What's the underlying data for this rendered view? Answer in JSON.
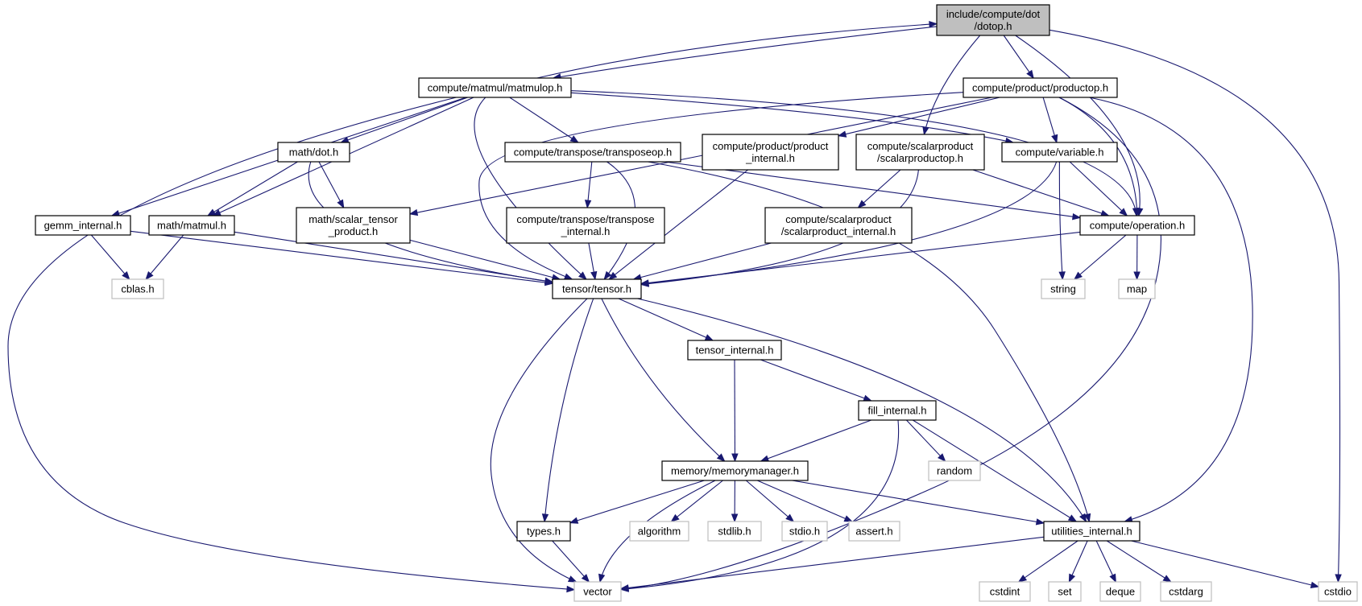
{
  "graph": {
    "title": "",
    "colors": {
      "edge": "#191970",
      "focus_fill": "#bfbfbf",
      "node_border": "#000000",
      "system_border": "#bfbfbf"
    },
    "nodes": [
      {
        "id": "dotop",
        "lines": [
          "include/compute/dot",
          "/dotop.h"
        ],
        "kind": "focus"
      },
      {
        "id": "matmulop",
        "lines": [
          "compute/matmul/matmulop.h"
        ],
        "kind": "project"
      },
      {
        "id": "productop",
        "lines": [
          "compute/product/productop.h"
        ],
        "kind": "project"
      },
      {
        "id": "mathdot",
        "lines": [
          "math/dot.h"
        ],
        "kind": "project"
      },
      {
        "id": "transposeop",
        "lines": [
          "compute/transpose/transposeop.h"
        ],
        "kind": "project"
      },
      {
        "id": "prodint",
        "lines": [
          "compute/product/product",
          "_internal.h"
        ],
        "kind": "project"
      },
      {
        "id": "scalarprodop",
        "lines": [
          "compute/scalarproduct",
          "/scalarproductop.h"
        ],
        "kind": "project"
      },
      {
        "id": "variable",
        "lines": [
          "compute/variable.h"
        ],
        "kind": "project"
      },
      {
        "id": "gemm",
        "lines": [
          "gemm_internal.h"
        ],
        "kind": "project"
      },
      {
        "id": "mathmatmul",
        "lines": [
          "math/matmul.h"
        ],
        "kind": "project"
      },
      {
        "id": "scalartensor",
        "lines": [
          "math/scalar_tensor",
          "_product.h"
        ],
        "kind": "project"
      },
      {
        "id": "transint",
        "lines": [
          "compute/transpose/transpose",
          "_internal.h"
        ],
        "kind": "project"
      },
      {
        "id": "scalarprodint",
        "lines": [
          "compute/scalarproduct",
          "/scalarproduct_internal.h"
        ],
        "kind": "project"
      },
      {
        "id": "operation",
        "lines": [
          "compute/operation.h"
        ],
        "kind": "project"
      },
      {
        "id": "cblas",
        "lines": [
          "cblas.h"
        ],
        "kind": "system"
      },
      {
        "id": "tensor",
        "lines": [
          "tensor/tensor.h"
        ],
        "kind": "project"
      },
      {
        "id": "string",
        "lines": [
          "string"
        ],
        "kind": "system"
      },
      {
        "id": "map",
        "lines": [
          "map"
        ],
        "kind": "system"
      },
      {
        "id": "tensorint",
        "lines": [
          "tensor_internal.h"
        ],
        "kind": "project"
      },
      {
        "id": "fillint",
        "lines": [
          "fill_internal.h"
        ],
        "kind": "project"
      },
      {
        "id": "random",
        "lines": [
          "random"
        ],
        "kind": "system"
      },
      {
        "id": "memmgr",
        "lines": [
          "memory/memorymanager.h"
        ],
        "kind": "project"
      },
      {
        "id": "types",
        "lines": [
          "types.h"
        ],
        "kind": "project"
      },
      {
        "id": "algorithm",
        "lines": [
          "algorithm"
        ],
        "kind": "system"
      },
      {
        "id": "stdlib",
        "lines": [
          "stdlib.h"
        ],
        "kind": "system"
      },
      {
        "id": "stdio",
        "lines": [
          "stdio.h"
        ],
        "kind": "system"
      },
      {
        "id": "assert",
        "lines": [
          "assert.h"
        ],
        "kind": "system"
      },
      {
        "id": "utilint",
        "lines": [
          "utilities_internal.h"
        ],
        "kind": "project"
      },
      {
        "id": "vector",
        "lines": [
          "vector"
        ],
        "kind": "system"
      },
      {
        "id": "cstdint",
        "lines": [
          "cstdint"
        ],
        "kind": "system"
      },
      {
        "id": "set",
        "lines": [
          "set"
        ],
        "kind": "system"
      },
      {
        "id": "deque",
        "lines": [
          "deque"
        ],
        "kind": "system"
      },
      {
        "id": "cstdarg",
        "lines": [
          "cstdarg"
        ],
        "kind": "system"
      },
      {
        "id": "cstdio",
        "lines": [
          "cstdio"
        ],
        "kind": "system"
      }
    ],
    "edges": [
      [
        "dotop",
        "matmulop"
      ],
      [
        "dotop",
        "productop"
      ],
      [
        "dotop",
        "scalarprodop"
      ],
      [
        "dotop",
        "operation"
      ],
      [
        "dotop",
        "cstdio"
      ],
      [
        "matmulop",
        "dotop"
      ],
      [
        "matmulop",
        "mathdot"
      ],
      [
        "matmulop",
        "transposeop"
      ],
      [
        "matmulop",
        "variable"
      ],
      [
        "matmulop",
        "gemm"
      ],
      [
        "matmulop",
        "mathmatmul"
      ],
      [
        "matmulop",
        "operation"
      ],
      [
        "matmulop",
        "tensor"
      ],
      [
        "matmulop",
        "vector"
      ],
      [
        "productop",
        "prodint"
      ],
      [
        "productop",
        "variable"
      ],
      [
        "productop",
        "scalartensor"
      ],
      [
        "productop",
        "operation"
      ],
      [
        "productop",
        "tensor"
      ],
      [
        "productop",
        "utilint"
      ],
      [
        "productop",
        "vector"
      ],
      [
        "mathdot",
        "mathmatmul"
      ],
      [
        "mathdot",
        "scalartensor"
      ],
      [
        "mathdot",
        "tensor"
      ],
      [
        "transposeop",
        "transint"
      ],
      [
        "transposeop",
        "operation"
      ],
      [
        "transposeop",
        "tensor"
      ],
      [
        "transposeop",
        "utilint"
      ],
      [
        "prodint",
        "tensor"
      ],
      [
        "scalarprodop",
        "scalarprodint"
      ],
      [
        "scalarprodop",
        "operation"
      ],
      [
        "scalarprodop",
        "tensor"
      ],
      [
        "variable",
        "operation"
      ],
      [
        "variable",
        "string"
      ],
      [
        "variable",
        "tensor"
      ],
      [
        "gemm",
        "cblas"
      ],
      [
        "gemm",
        "tensor"
      ],
      [
        "mathmatmul",
        "cblas"
      ],
      [
        "mathmatmul",
        "tensor"
      ],
      [
        "scalartensor",
        "tensor"
      ],
      [
        "transint",
        "tensor"
      ],
      [
        "scalarprodint",
        "tensor"
      ],
      [
        "operation",
        "tensor"
      ],
      [
        "operation",
        "string"
      ],
      [
        "operation",
        "map"
      ],
      [
        "tensor",
        "tensorint"
      ],
      [
        "tensor",
        "memmgr"
      ],
      [
        "tensor",
        "types"
      ],
      [
        "tensor",
        "utilint"
      ],
      [
        "tensor",
        "vector"
      ],
      [
        "tensorint",
        "memmgr"
      ],
      [
        "tensorint",
        "fillint"
      ],
      [
        "fillint",
        "memmgr"
      ],
      [
        "fillint",
        "random"
      ],
      [
        "fillint",
        "utilint"
      ],
      [
        "fillint",
        "vector"
      ],
      [
        "memmgr",
        "types"
      ],
      [
        "memmgr",
        "algorithm"
      ],
      [
        "memmgr",
        "stdlib"
      ],
      [
        "memmgr",
        "stdio"
      ],
      [
        "memmgr",
        "assert"
      ],
      [
        "memmgr",
        "utilint"
      ],
      [
        "memmgr",
        "vector"
      ],
      [
        "types",
        "vector"
      ],
      [
        "utilint",
        "vector"
      ],
      [
        "utilint",
        "cstdint"
      ],
      [
        "utilint",
        "set"
      ],
      [
        "utilint",
        "deque"
      ],
      [
        "utilint",
        "cstdarg"
      ],
      [
        "utilint",
        "cstdio"
      ]
    ]
  }
}
